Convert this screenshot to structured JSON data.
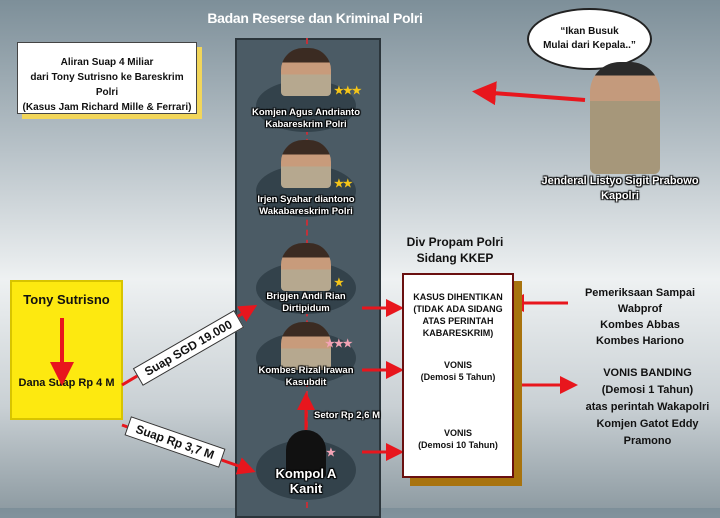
{
  "header": {
    "title": "Badan Reserse dan Kriminal Polri"
  },
  "info_box": {
    "lines": [
      "Aliran Suap 4 Miliar",
      "dari Tony Sutrisno ke Bareskrim Polri",
      "(Kasus Jam Richard Mille & Ferrari)"
    ]
  },
  "officials": [
    {
      "name": "Komjen Agus Andrianto",
      "role": "Kabareskrim Polri",
      "stars": "★★★"
    },
    {
      "name": "Irjen Syahar diantono",
      "role": "Wakabareskrim Polri",
      "stars": "★★"
    },
    {
      "name": "Brigjen Andi Rian",
      "role": "Dirtipidum",
      "stars": "★"
    },
    {
      "name": "Kombes Rizal Irawan",
      "role": "Kasubdit",
      "stars": "★★★"
    },
    {
      "name": "Kompol A",
      "role": "Kanit",
      "stars": "★"
    }
  ],
  "briber": {
    "name": "Tony Sutrisno",
    "amount": "Dana Suap Rp 4 M"
  },
  "flows": {
    "sgd": "Suap SGD 19.000",
    "rp": "Suap Rp 3,7 M",
    "setor": "Setor Rp 2,6 M"
  },
  "propam": {
    "title1": "Div Propam Polri",
    "title2": "Sidang KKEP",
    "verdicts": [
      {
        "lines": [
          "KASUS DIHENTIKAN",
          "(TIDAK ADA SIDANG",
          "ATAS PERINTAH",
          "KABARESKRIM)"
        ]
      },
      {
        "lines": [
          "VONIS",
          "(Demosi 5 Tahun)"
        ]
      },
      {
        "lines": [
          "VONIS",
          "(Demosi 10 Tahun)"
        ]
      }
    ]
  },
  "examination": {
    "lines": [
      "Pemeriksaan Sampai Wabprof",
      "Kombes Abbas",
      "Kombes Hariono"
    ]
  },
  "appeal": {
    "lines": [
      "VONIS BANDING",
      "(Demosi 1 Tahun)",
      "atas perintah Wakapolri",
      "Komjen Gatot Eddy Pramono"
    ]
  },
  "quote": {
    "lines": [
      "“Ikan Busuk",
      "Mulai dari Kepala..”"
    ]
  },
  "kapolri": {
    "name": "Jenderal Listyo Sigit Prabowo",
    "role": "Kapolri"
  },
  "colors": {
    "arrow": "#e8161d",
    "yellow": "#fde910",
    "panel": "#4b5b65"
  }
}
